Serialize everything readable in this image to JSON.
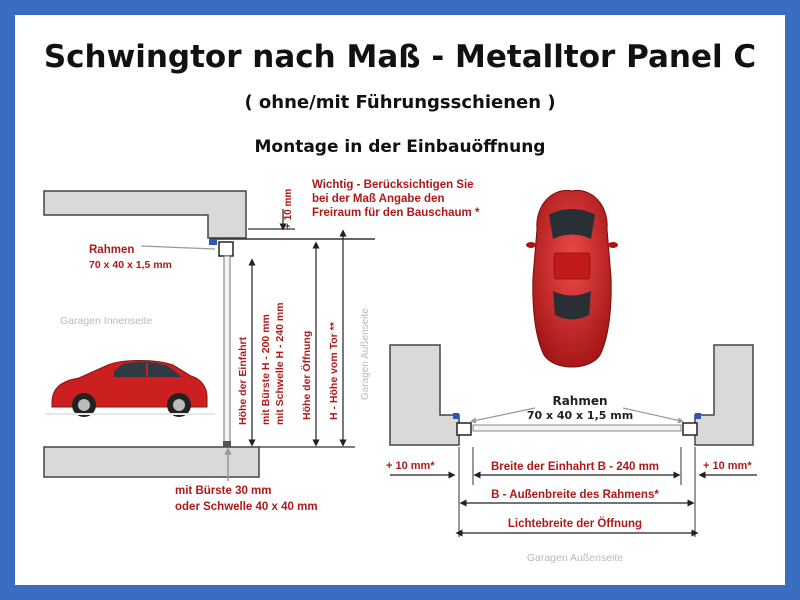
{
  "title": "Schwingtor nach Maß - Metalltor Panel C",
  "subtitle": "( ohne/mit Führungsschienen )",
  "heading": "Montage in der Einbauöffnung",
  "side": {
    "note_line1": "Wichtig - Berücksichtigen Sie",
    "note_line2": "bei der Maß Angabe den",
    "note_line3": "Freiraum für den Bauschaum *",
    "plus10": "+ 10 mm",
    "rahmen_label": "Rahmen",
    "rahmen_size": "70 x 40 x 1,5 mm",
    "inside_label": "Garagen Innenseite",
    "outside_label": "Garagen Außenseite",
    "dim1_line1": "Höhe der Einfahrt",
    "dim1_line2": "mit Bürste   H - 200 mm",
    "dim1_line3": "mit Schwelle  H - 240 mm",
    "dim2": "Höhe der Öffnung",
    "dim3": "H - Höhe vom Tor **",
    "bottom_line1": "mit Bürste 30 mm",
    "bottom_line2": "oder Schwelle  40 x 40 mm"
  },
  "top": {
    "rahmen_label": "Rahmen",
    "rahmen_size": "70 x 40 x 1,5 mm",
    "plus10_left": "+ 10 mm*",
    "plus10_right": "+ 10 mm*",
    "dim_einfahrt": "Breite der Einhahrt B - 240 mm",
    "dim_aussen": "B - Außenbreite des Rahmens*",
    "dim_licht": "Lichtebreite der Öffnung",
    "outside_label": "Garagen Außenseite"
  },
  "colors": {
    "border": "#3a6cc0",
    "accent_red": "#b01818",
    "wall_fill": "#d9d9d9",
    "car_red": "#cc1f1f"
  }
}
